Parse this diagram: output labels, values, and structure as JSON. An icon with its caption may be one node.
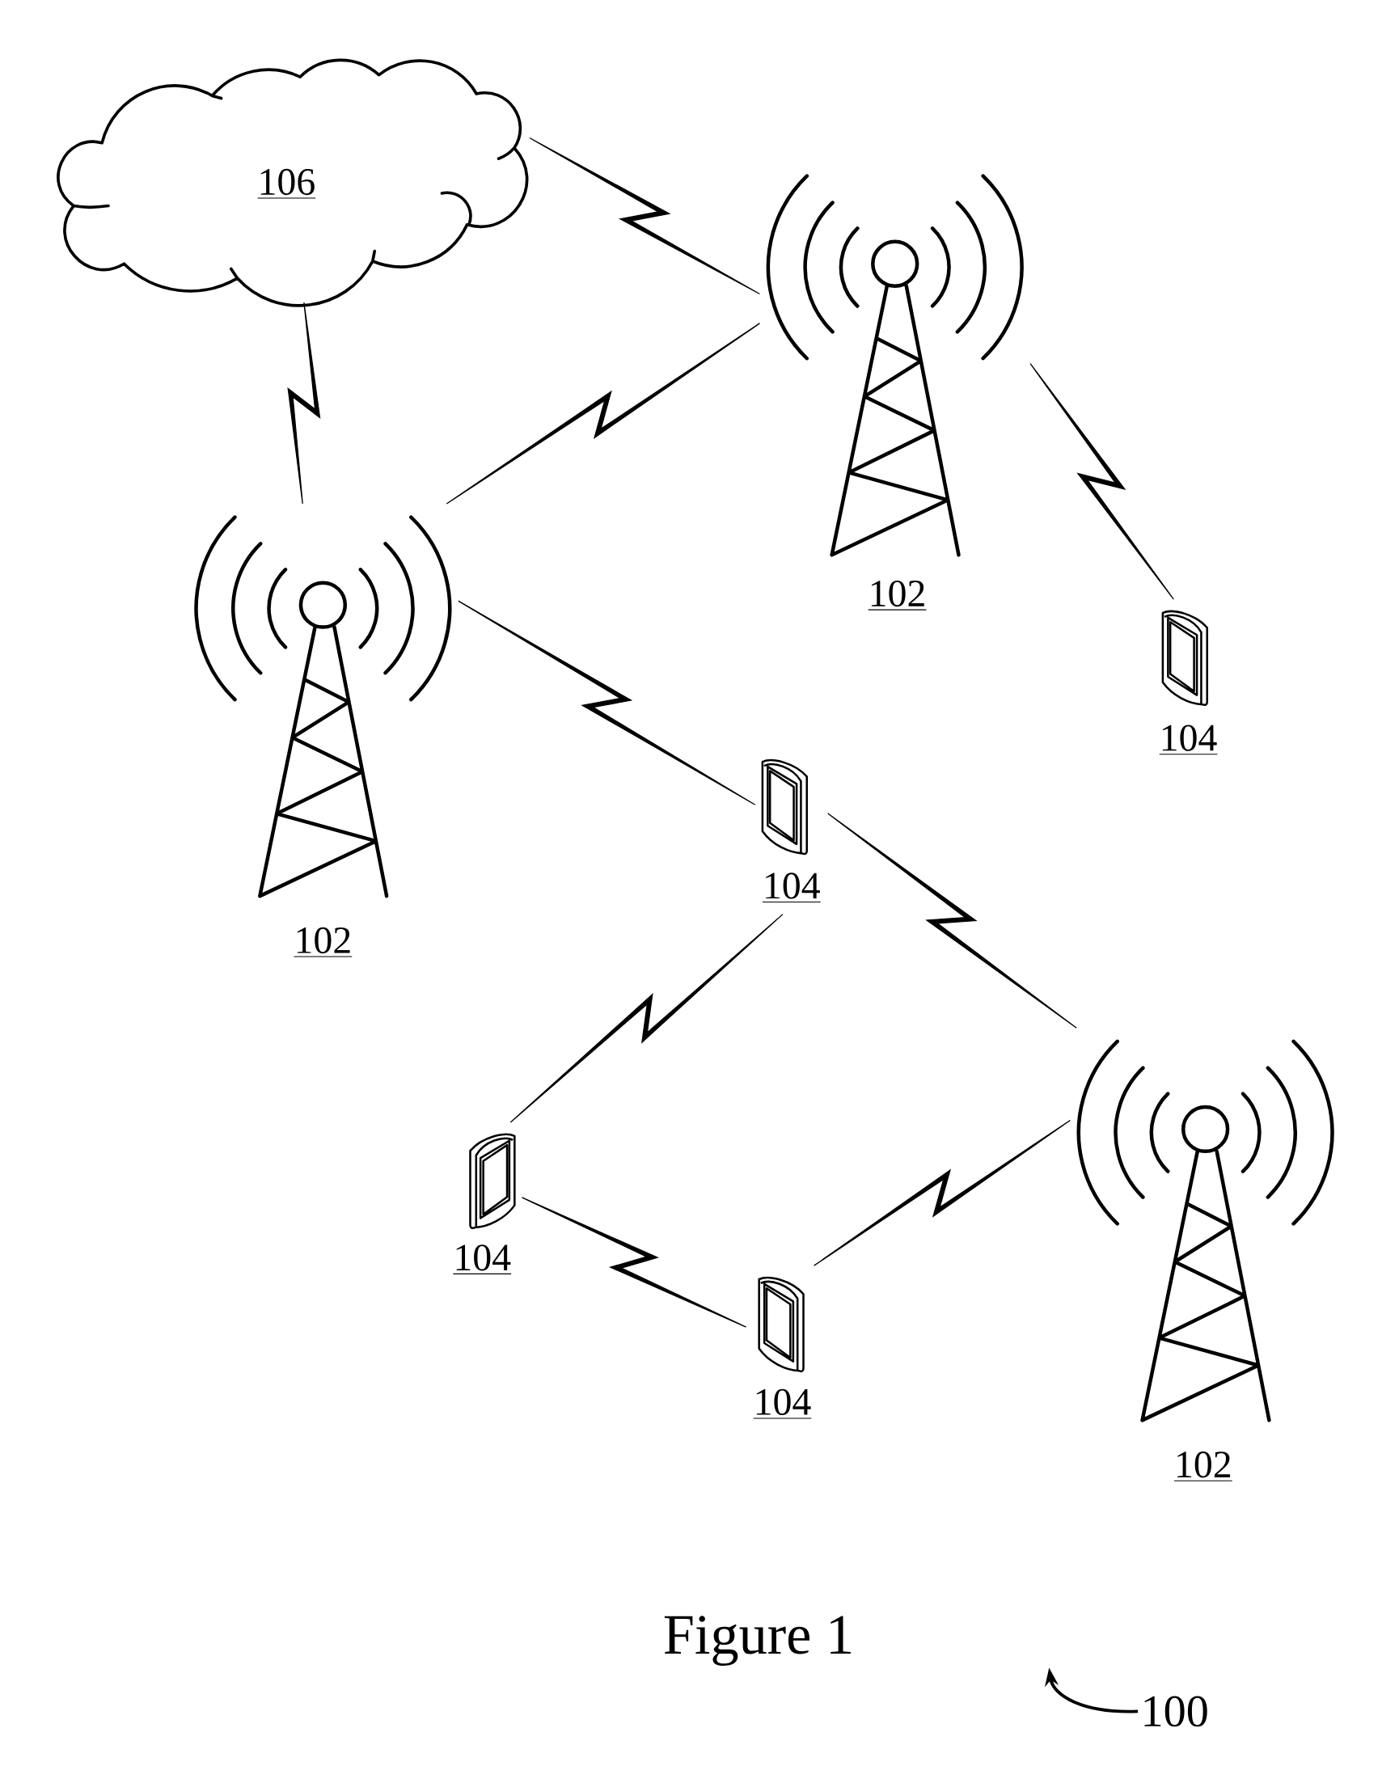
{
  "diagram": {
    "caption": "Figure 1",
    "nodes": [
      {
        "text": [
          "106"
        ]
      },
      {
        "text": [
          "102"
        ]
      },
      {
        "text": [
          "102"
        ]
      },
      {
        "text": [
          "104"
        ]
      },
      {
        "text": [
          "104"
        ]
      },
      {
        "text": [
          "102"
        ]
      },
      {
        "text": [
          "104"
        ]
      },
      {
        "text": [
          "104"
        ]
      },
      {
        "text": [
          "100"
        ]
      }
    ],
    "edges": [
      {
        "from": 0,
        "to": 1,
        "arrow": "none"
      },
      {
        "from": 0,
        "to": 2,
        "arrow": "none"
      },
      {
        "from": 1,
        "to": 2,
        "arrow": "none"
      },
      {
        "from": 1,
        "to": 3,
        "arrow": "none"
      },
      {
        "from": 2,
        "to": 4,
        "arrow": "none"
      },
      {
        "from": 4,
        "to": 5,
        "arrow": "none"
      },
      {
        "from": 4,
        "to": 6,
        "arrow": "none"
      },
      {
        "from": 6,
        "to": 7,
        "arrow": "none"
      },
      {
        "from": 5,
        "to": 7,
        "arrow": "none"
      },
      {
        "from": 8,
        "to": null,
        "arrow": "to"
      }
    ]
  }
}
